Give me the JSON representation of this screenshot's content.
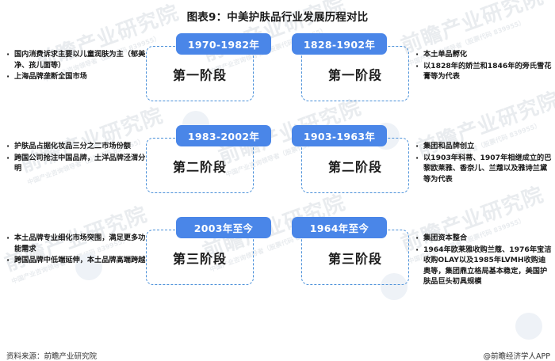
{
  "title": "图表9：中美护肤品行业发展历程对比",
  "theme": {
    "badge_color": "#4a86e8",
    "dashed_border_color": "#4a90d9",
    "text_color": "#1a1a1a",
    "watermark_color": "#e9ecef"
  },
  "rows": [
    {
      "left_notes": [
        "国内消费诉求主要以儿童润肤为主（郁美净、孩儿面等）",
        "上海品牌垄断全国市场"
      ],
      "left_badge": "1970-1982年",
      "left_stage": "第一阶段",
      "right_badge": "1828-1902年",
      "right_stage": "第一阶段",
      "right_notes": [
        "本土单品孵化",
        "以1828年的娇兰和1846年的旁氏雪花膏等为代表"
      ]
    },
    {
      "left_notes": [
        "护肤品占据化妆品三分之二市场份额",
        "跨国公司抢注中国品牌，土洋品牌泾渭分明"
      ],
      "left_badge": "1983-2002年",
      "left_stage": "第二阶段",
      "right_badge": "1903-1963年",
      "right_stage": "第二阶段",
      "right_notes": [
        "集团和品牌创立",
        "以1903年科蒂、1907年相继成立的巴黎欧莱雅、香奈儿、兰蔻以及雅诗兰黛等为代表"
      ]
    },
    {
      "left_notes": [
        "本土品牌专业细化市场突围，满足更多功能需求",
        "跨国品牌中低端延伸，本土品牌高端跨越"
      ],
      "left_badge": "2003年至今",
      "left_stage": "第三阶段",
      "right_badge": "1964年至今",
      "right_stage": "第三阶段",
      "right_notes": [
        "集团资本整合",
        "1964年欧莱雅收购兰蔻、1976年宝洁收购OLAY以及1985年LVMH收购迪奥等，集团鼎立格局基本稳定，美国护肤品巨头初具规模"
      ]
    }
  ],
  "footer": {
    "source": "资料来源：前瞻产业研究院",
    "app": "@前瞻经济学人APP"
  },
  "watermark": {
    "main": "前瞻产业研究院",
    "sub": "中国产业咨询领导者（股票代码 839955）"
  }
}
